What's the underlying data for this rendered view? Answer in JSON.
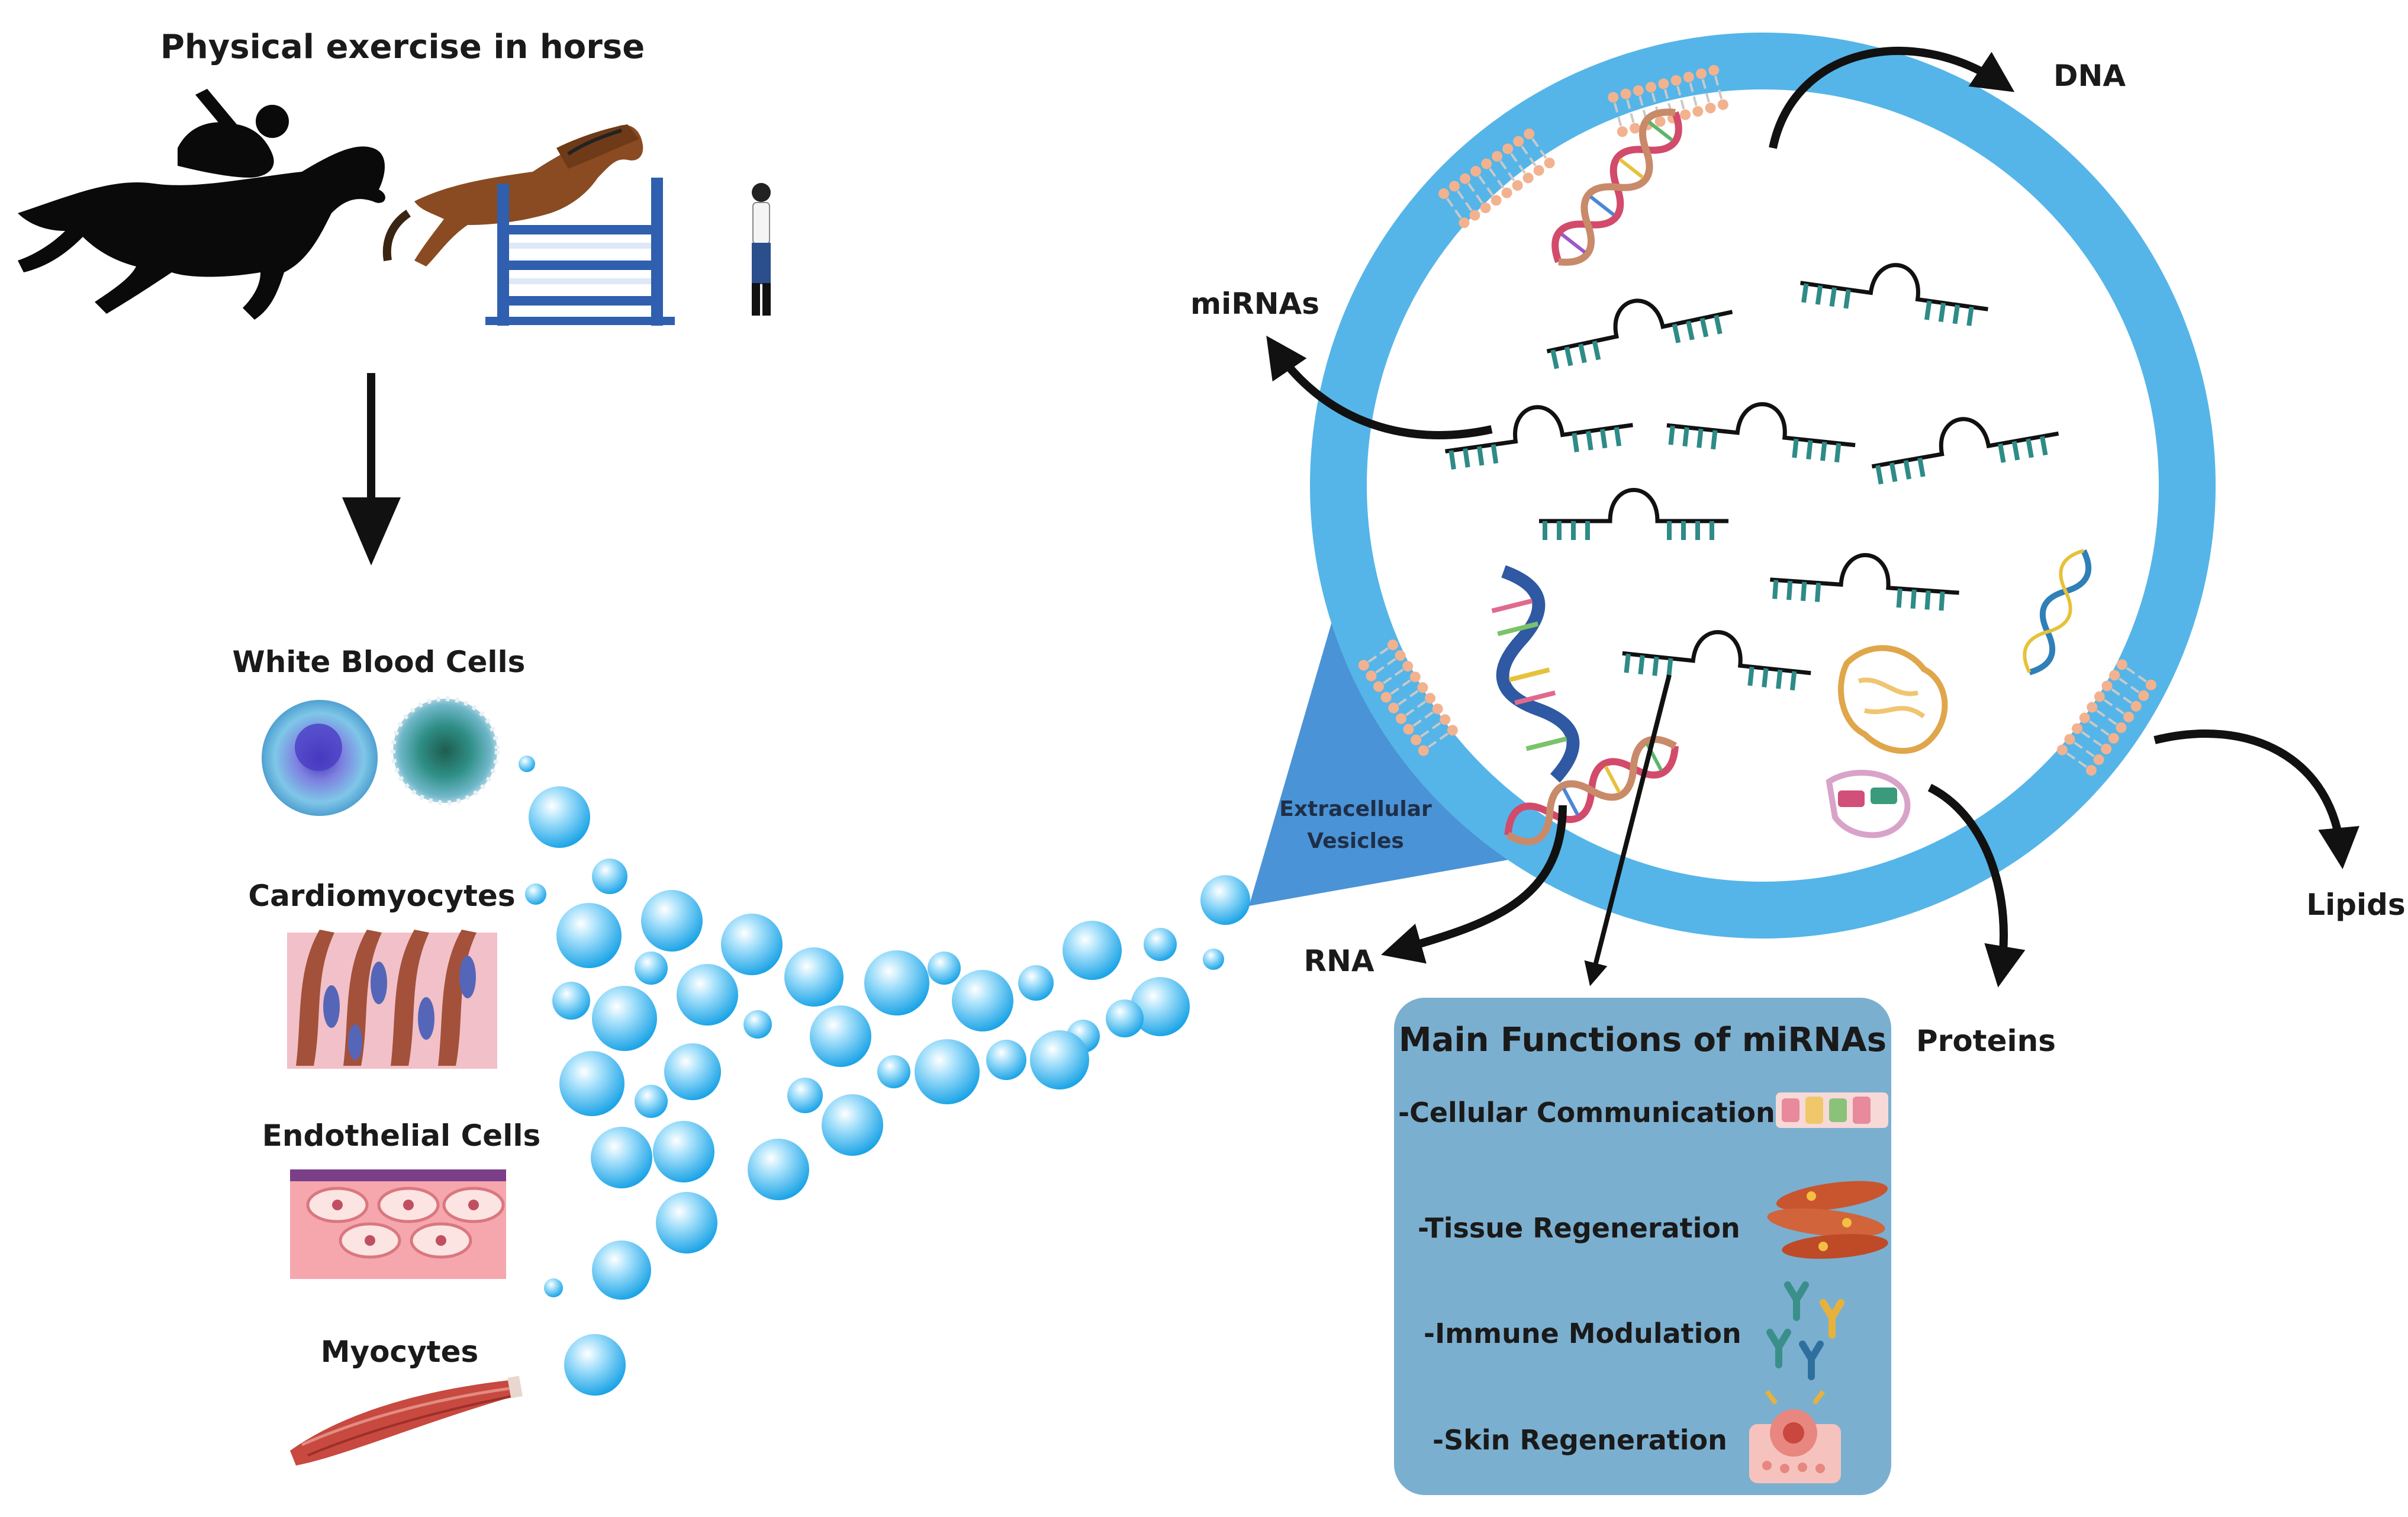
{
  "title": "Physical exercise in horse",
  "cell_sources": [
    "White Blood Cells",
    "Cardiomyocytes",
    "Endothelial Cells",
    "Myocytes"
  ],
  "vesicle": {
    "label_line1": "Extracellular",
    "label_line2": "Vesicles"
  },
  "cargo": {
    "dna": "DNA",
    "mirnas": "miRNAs",
    "rna": "RNA",
    "proteins": "Proteins",
    "lipids": "Lipids"
  },
  "functions_box": {
    "title": "Main Functions of miRNAs",
    "items": [
      "-Cellular Communication",
      "-Tissue Regeneration",
      "-Immune Modulation",
      "-Skin Regeneration"
    ]
  },
  "colors": {
    "vesicle_ring": "#55b5e8",
    "function_box": "#7bafd0",
    "mirna": "#2e8b87",
    "bubble": "#2fb0ec",
    "arrow": "#111111"
  }
}
